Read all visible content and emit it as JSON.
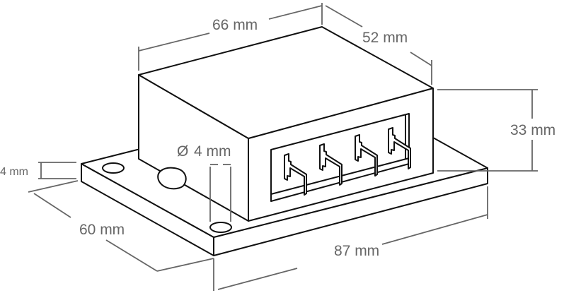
{
  "dimensions": {
    "width_top": "66 mm",
    "depth_top": "52 mm",
    "height": "33 mm",
    "plate_thickness": "4 mm",
    "plate_depth": "60 mm",
    "plate_width": "87 mm",
    "hole_diameter": "4 mm"
  },
  "symbols": {
    "diameter": "Ø"
  },
  "colors": {
    "outline": "#111111",
    "dimension": "#666666"
  }
}
